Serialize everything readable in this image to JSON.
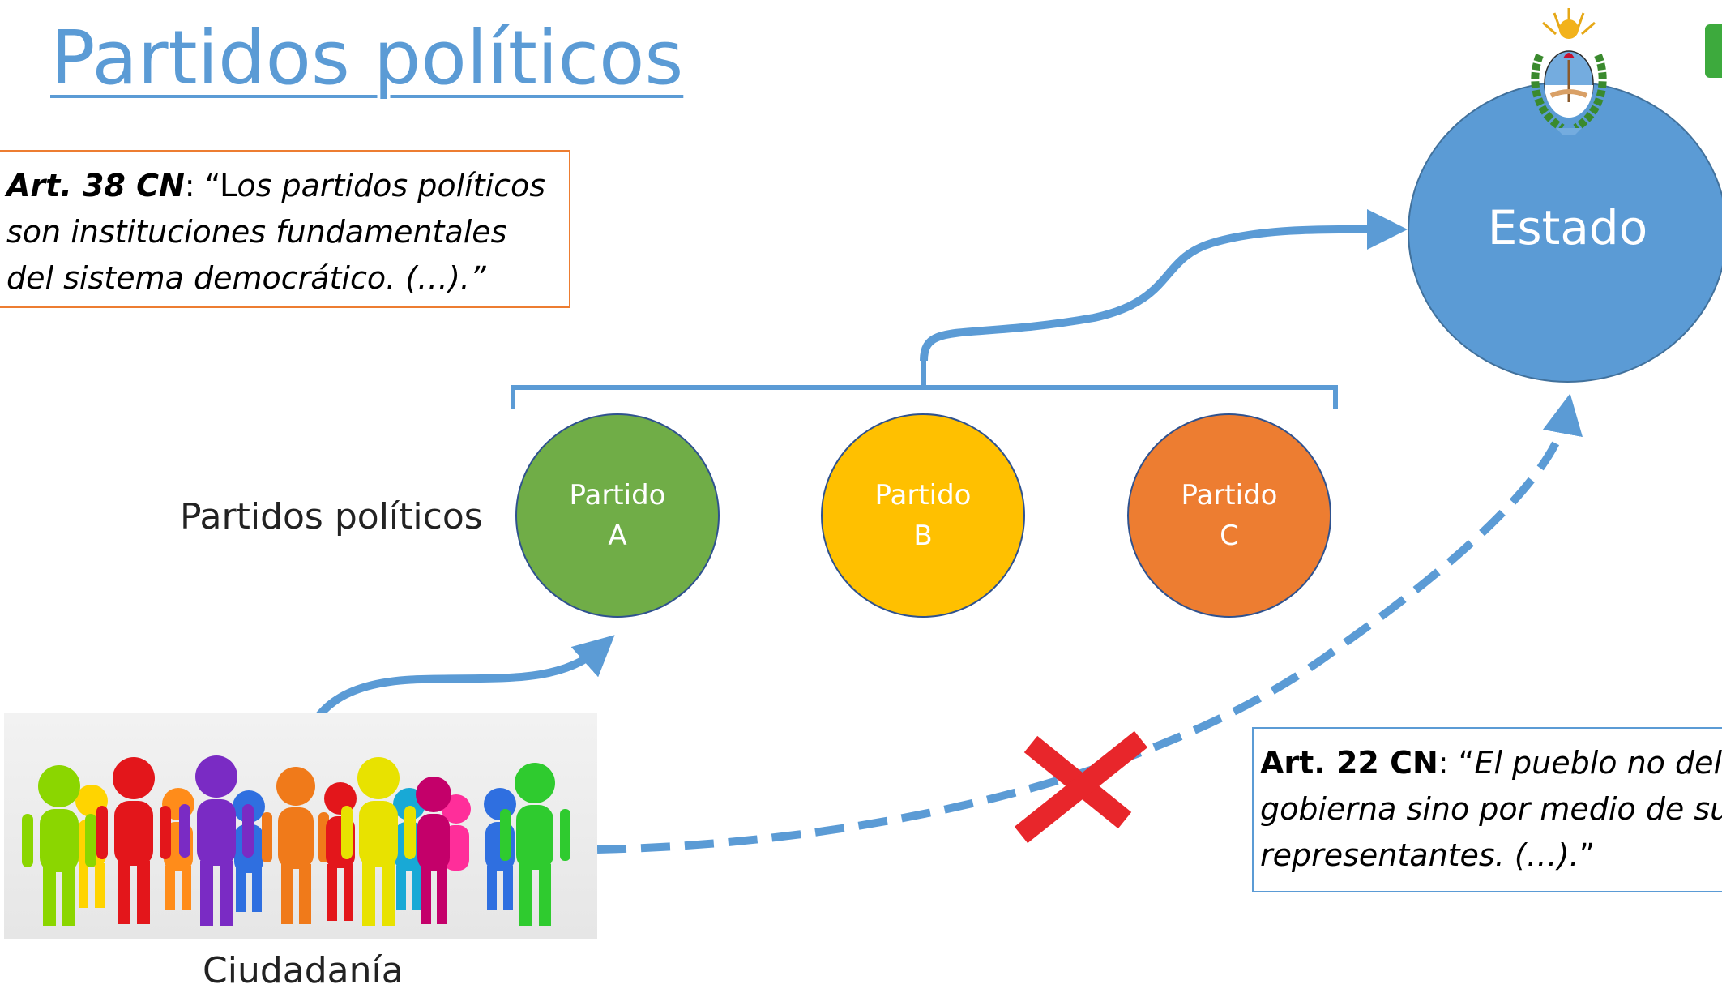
{
  "title": "Partidos políticos",
  "quote_art38": {
    "ref": "Art. 38 CN",
    "colon_open": ": “L",
    "text_l1": "os partidos políticos",
    "text_l2": "son instituciones fundamentales",
    "text_l3": "del sistema democrático. (…).”"
  },
  "quote_art22": {
    "ref": "Art. 22 CN",
    "colon_open": ": “",
    "text_l1": "El pueblo no delibera ni",
    "text_l2": "gobierna sino por medio de sus",
    "text_l3": "representantes. (…).",
    "close": "”"
  },
  "labels": {
    "partidos": "Partidos políticos",
    "ciudadania": "Ciudadanía"
  },
  "parties": [
    {
      "line1": "Partido",
      "line2": "A",
      "color": "#70AD47"
    },
    {
      "line1": "Partido",
      "line2": "B",
      "color": "#FFC000"
    },
    {
      "line1": "Partido",
      "line2": "C",
      "color": "#ED7D31"
    }
  ],
  "estado": "Estado",
  "colors": {
    "accent": "#5B9BD5",
    "cross": "#E8262B",
    "box38_border": "#ED7D31",
    "box22_border": "#5B9BD5"
  },
  "icons": {
    "coat_of_arms": "argentina-coat-of-arms-icon",
    "people": "crowd-of-colored-people-icon",
    "blocked": "red-x-icon"
  }
}
